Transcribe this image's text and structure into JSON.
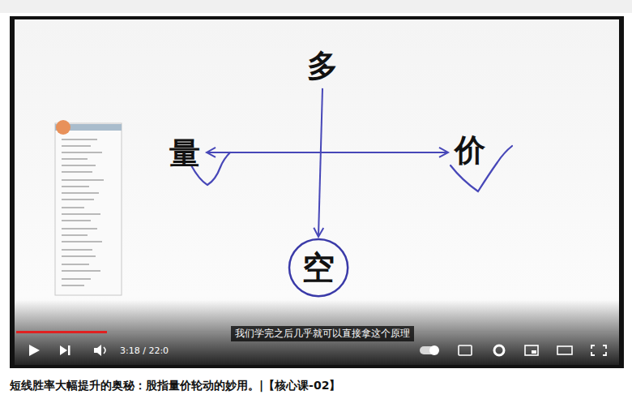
{
  "diagram": {
    "caption": "短线胜率大幅提升的奥秘：股指量价轮动的妙用。|【核心课-02】",
    "nodes": [
      {
        "text": [
          "多"
        ]
      },
      {
        "text": [
          "量"
        ]
      },
      {
        "text": [
          "价"
        ]
      },
      {
        "text": [
          "空"
        ]
      }
    ],
    "edges": [
      {
        "from": 0,
        "to": 3,
        "arrow": "to"
      },
      {
        "from": 1,
        "to": 2,
        "arrow": "both"
      }
    ],
    "labels": [
      "我们学完之后几乎就可以直接拿这个原理",
      "3:18 / 22:0"
    ]
  }
}
